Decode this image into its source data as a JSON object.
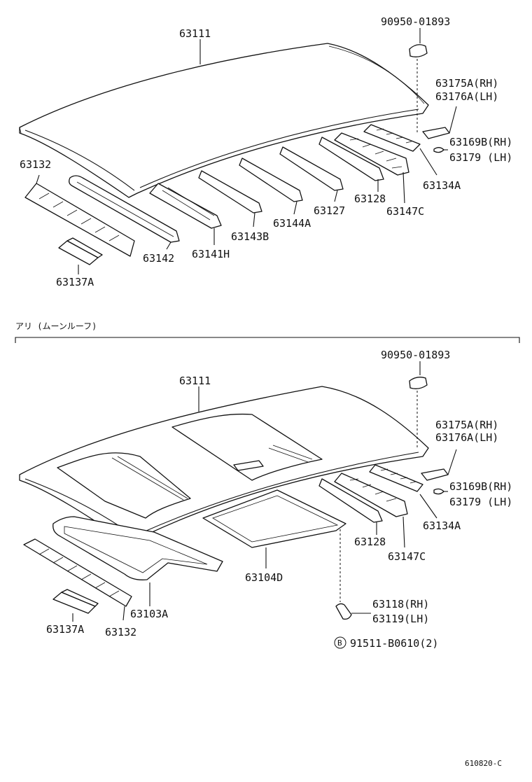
{
  "diagram": {
    "section_header": "アリ (ムーンルーフ)",
    "footer_code": "610820-C",
    "circle_b": "B",
    "top_labels": {
      "p63111": "63111",
      "p90950": "90950-01893",
      "p63175a": "63175A(RH)",
      "p63176a": "63176A(LH)",
      "p63169b": "63169B(RH)",
      "p63179": "63179  (LH)",
      "p63134a": "63134A",
      "p63147c": "63147C",
      "p63128": "63128",
      "p63127": "63127",
      "p63144a": "63144A",
      "p63143b": "63143B",
      "p63141h": "63141H",
      "p63142": "63142",
      "p63132": "63132",
      "p63137a": "63137A"
    },
    "bottom_labels": {
      "p63111": "63111",
      "p90950": "90950-01893",
      "p63175a": "63175A(RH)",
      "p63176a": "63176A(LH)",
      "p63169b": "63169B(RH)",
      "p63179": "63179  (LH)",
      "p63134a": "63134A",
      "p63128": "63128",
      "p63147c": "63147C",
      "p63104d": "63104D",
      "p63118": "63118(RH)",
      "p63119": "63119(LH)",
      "p91511": "91511-B0610(2)",
      "p63103a": "63103A",
      "p63132": "63132",
      "p63137a": "63137A"
    }
  }
}
